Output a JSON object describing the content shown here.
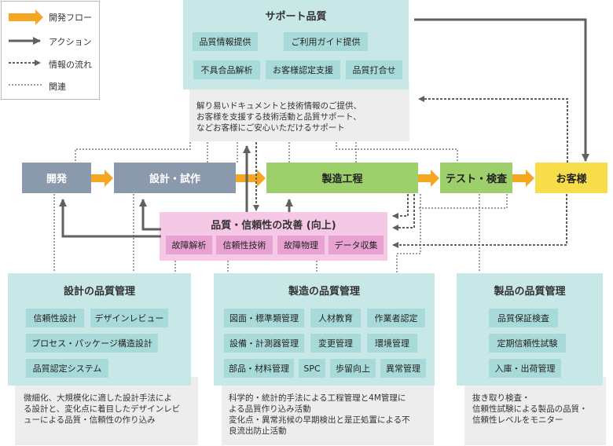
{
  "legend": {
    "items": [
      "開発フロー",
      "アクション",
      "情報の流れ",
      "関連"
    ]
  },
  "colors": {
    "orange": "#f5a623",
    "flow_dark": "#8a99ac",
    "flow_green": "#9dcf6b",
    "customer": "#f7dd4a",
    "teal_box": "#c8e8e8",
    "teal_tag": "#a9dada",
    "pink_box": "#f5c9e6",
    "pink_tag": "#e8a2d2",
    "gray_box": "#ededed",
    "arrow": "#606060"
  },
  "support": {
    "title": "サポート品質",
    "tags": [
      "品質情報提供",
      "ご利用ガイド提供",
      "不具合品解析",
      "お客様認定支援",
      "品質打合せ"
    ],
    "desc": "解り易いドキュメントと技術情報のご提供、\nお客様を支援する技術活動と品質サポート、\nなどお客様にご安心いただけるサポート"
  },
  "flow": {
    "dev": "開発",
    "design": "設計・試作",
    "mfg": "製造工程",
    "test": "テスト・検査",
    "customer": "お客様"
  },
  "improve": {
    "title": "品質・信頼性の改善 (向上)",
    "tags": [
      "故障解析",
      "信頼性技術",
      "故障物理",
      "データ収集"
    ]
  },
  "design_q": {
    "title": "設計の品質管理",
    "tags": [
      "信頼性設計",
      "デザインレビュー",
      "プロセス・パッケージ構造設計",
      "品質認定システム"
    ],
    "desc": "微細化、大規模化に適した設計手法によ\nる設計と、変化点に着目したデザインレビ\nューによる品質・信頼性の作り込み"
  },
  "mfg_q": {
    "title": "製造の品質管理",
    "tags": [
      "図面・標準類管理",
      "人材教育",
      "作業者認定",
      "設備・計測器管理",
      "変更管理",
      "環境管理",
      "部品・材料管理",
      "SPC",
      "歩留向上",
      "異常管理"
    ],
    "desc": "科学的・統計的手法による工程管理と4M管理に\nよる品質作り込み活動\n変化点・異常兆候の早期検出と是正処置による不\n良流出防止活動"
  },
  "product_q": {
    "title": "製品の品質管理",
    "tags": [
      "品質保証検査",
      "定期信頼性試験",
      "入庫・出荷管理"
    ],
    "desc": "抜き取り検査・\n信頼性試験による製品の品質・\n信頼性レベルをモニター"
  }
}
